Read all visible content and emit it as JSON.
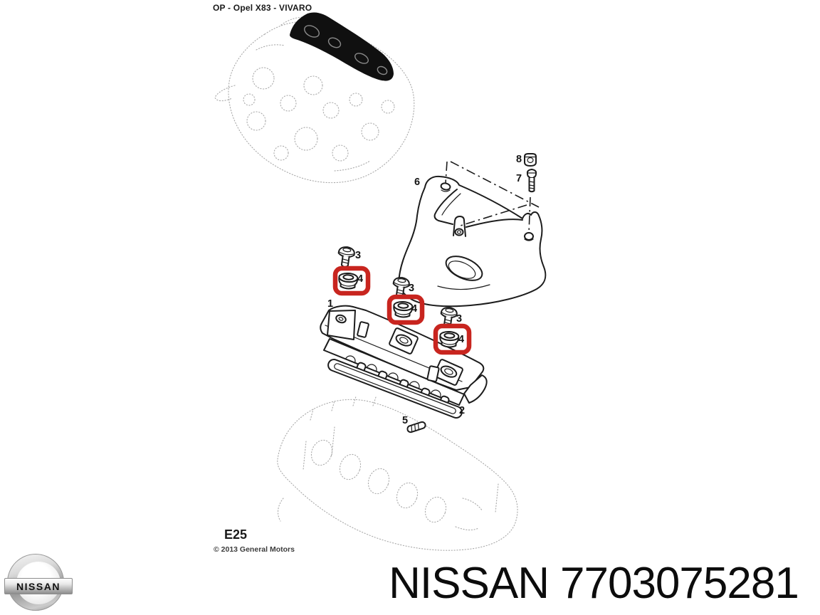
{
  "page": {
    "background_color": "#ffffff"
  },
  "header": {
    "model_reference": "OP - Opel X83 - VIVARO"
  },
  "diagram": {
    "section_code": "E25",
    "copyright": "© 2013 General Motors",
    "highlight_color": "#c8251f",
    "callouts": {
      "valve_cover": "1",
      "gasket": "2",
      "bolt_a": "3",
      "bolt_b": "3",
      "bolt_c": "3",
      "grommet_a": "4",
      "grommet_b": "4",
      "grommet_c": "4",
      "dowel_pin": "5",
      "engine_cover": "6",
      "stud": "7",
      "cap_nut": "8"
    }
  },
  "footer": {
    "logo_text": "NISSAN",
    "brand": "NISSAN",
    "part_number": "7703075281"
  }
}
